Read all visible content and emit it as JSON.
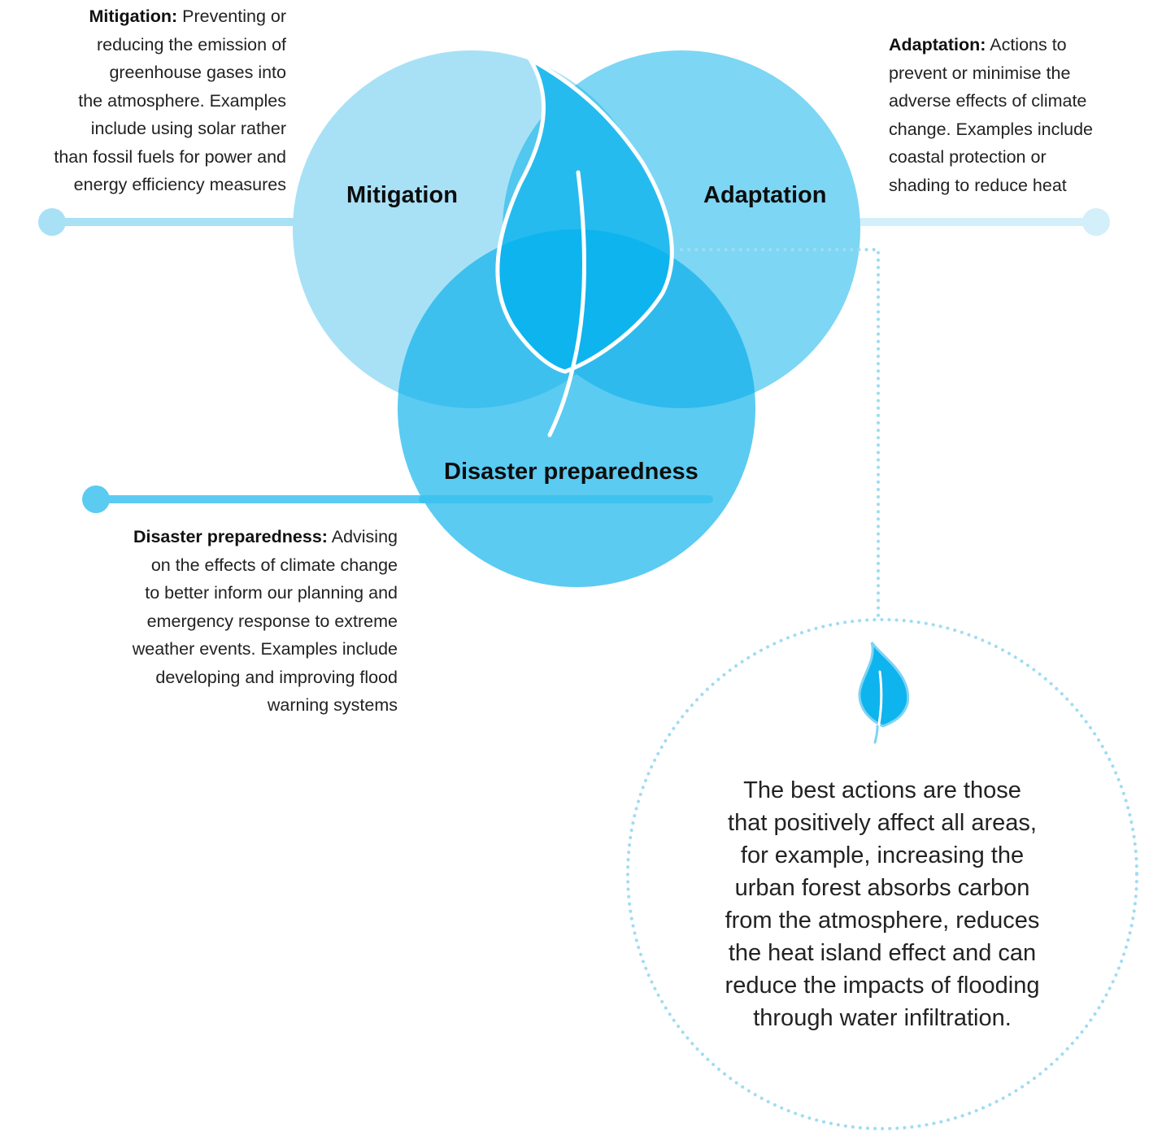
{
  "mitigation": {
    "label": "Mitigation",
    "term": "Mitigation:",
    "lines": [
      " Preventing or",
      "reducing the emission of",
      "greenhouse gases into",
      "the atmosphere. Examples",
      "include using solar rather",
      "than fossil fuels for power and",
      "energy efficiency measures"
    ]
  },
  "adaptation": {
    "label": "Adaptation",
    "term": "Adaptation:",
    "lines": [
      " Actions to",
      "prevent or minimise the",
      "adverse effects of climate",
      "change.  Examples include",
      "coastal protection or",
      "shading to reduce heat"
    ]
  },
  "disaster": {
    "label": "Disaster preparedness",
    "term": "Disaster preparedness:",
    "lines": [
      " Advising",
      "on the effects of climate change",
      "to better inform our planning and",
      "emergency response to extreme",
      "weather events. Examples include",
      "developing and improving flood",
      "warning systems"
    ]
  },
  "summary": {
    "lines": [
      "The best actions are those",
      "that positively affect all areas,",
      "for example, increasing the",
      "urban forest absorbs carbon",
      "from the atmosphere, reduces",
      "the heat island effect and can",
      "reduce the impacts of flooding",
      "through water infiltration."
    ]
  },
  "colors": {
    "mitigation_circle": "#a8e1f6",
    "adaptation_circle": "#7dd6f4",
    "disaster_circle": "#5bcbf2",
    "connector_mitigation": "#a8e1f6",
    "connector_adaptation": "#d2effa",
    "connector_disaster": "#5bcbf2",
    "dotted_outline": "#9fdcf3",
    "leaf_fill": "#0eb4ee"
  },
  "icons": [
    "leaf-icon",
    "small-leaf-icon"
  ]
}
